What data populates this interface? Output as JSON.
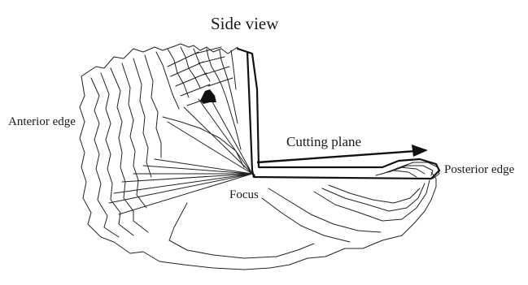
{
  "title": "Side view",
  "labels": {
    "anterior_edge": "Anterior edge",
    "cutting_plane": "Cutting plane",
    "posterior_edge": "Posterior edge",
    "focus": "Focus"
  },
  "colors": {
    "line": "#222222",
    "fill_dark": "#111111",
    "background": "#ffffff"
  }
}
